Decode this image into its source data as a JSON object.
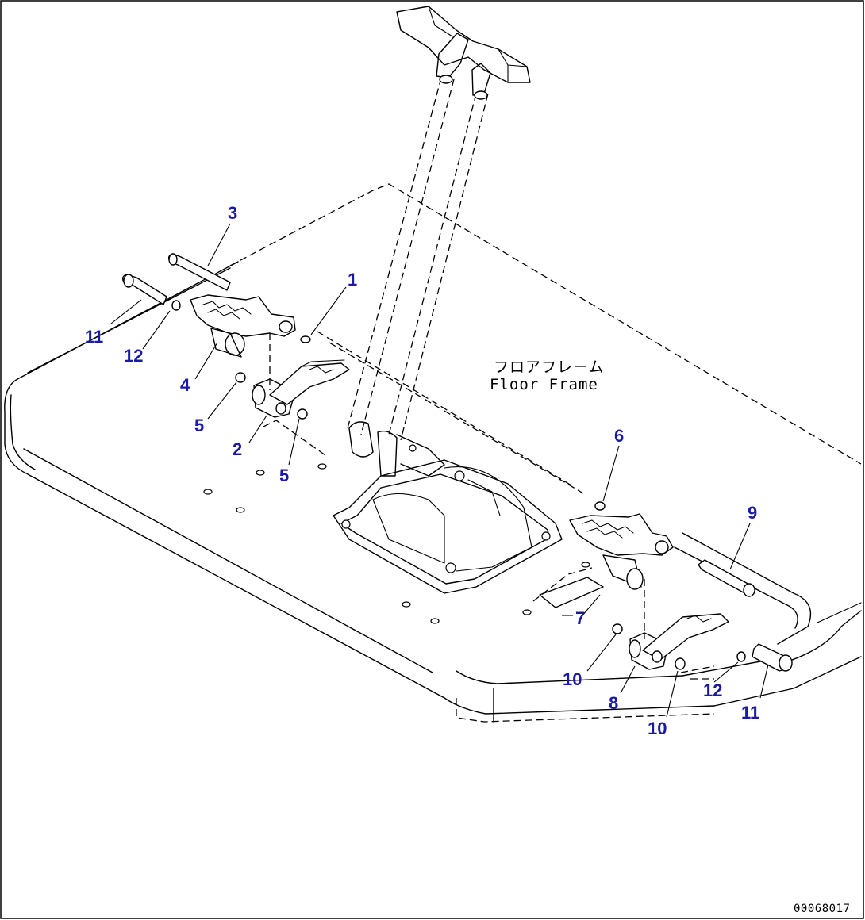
{
  "floor_label_jp": "フロアフレーム",
  "floor_label_en": "Floor Frame",
  "document_id": "00068017",
  "callouts": [
    {
      "label": "1"
    },
    {
      "label": "2"
    },
    {
      "label": "3"
    },
    {
      "label": "4"
    },
    {
      "label": "5"
    },
    {
      "label": "5"
    },
    {
      "label": "6"
    },
    {
      "label": "7"
    },
    {
      "label": "8"
    },
    {
      "label": "9"
    },
    {
      "label": "10"
    },
    {
      "label": "10"
    },
    {
      "label": "11"
    },
    {
      "label": "11"
    },
    {
      "label": "12"
    },
    {
      "label": "12"
    }
  ],
  "colors": {
    "callout": "#1a1aa6",
    "line": "#000000",
    "background": "#ffffff"
  }
}
